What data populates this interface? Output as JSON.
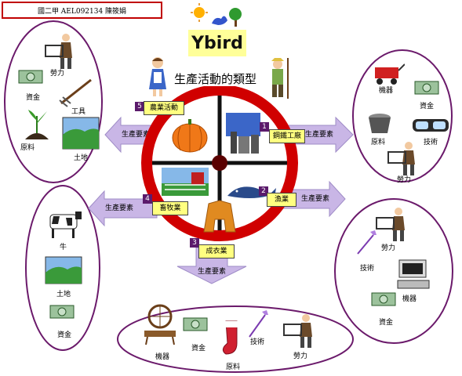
{
  "header": {
    "text": "國二甲 AEL092134 陳筱娟"
  },
  "logo": {
    "text": "Ybird"
  },
  "title": "生產活動的類型",
  "center": {
    "activities": [
      {
        "num": "5",
        "label": "農業活動"
      },
      {
        "num": "1",
        "label": "鋼鐵工廠"
      },
      {
        "num": "4",
        "label": "畜牧業"
      },
      {
        "num": "2",
        "label": "漁業"
      },
      {
        "num": "3",
        "label": "成衣業"
      }
    ]
  },
  "arrows": {
    "a5": "生產要素",
    "a1": "生產要素",
    "a4": "生產要素",
    "a2": "生產要素",
    "a3": "生產要素"
  },
  "factors": {
    "top_left": {
      "labor": "勞力",
      "capital": "資金",
      "tools": "工具",
      "raw": "原料",
      "land": "土地"
    },
    "top_right": {
      "machine": "機器",
      "capital": "資金",
      "raw": "原料",
      "tech": "技術",
      "labor": "勞力"
    },
    "mid_left": {
      "cow": "牛",
      "land": "土地",
      "capital": "資金"
    },
    "mid_right": {
      "labor": "勞力",
      "tech": "技術",
      "machine": "機器",
      "capital": "資金"
    },
    "bottom": {
      "machine": "機器",
      "capital": "資金",
      "raw": "原料",
      "tech": "技術",
      "labor": "勞力"
    }
  },
  "colors": {
    "wheel": "#d00000",
    "arrow": "#c9b6e6",
    "box": "#ffff80",
    "num": "#5b1a6b",
    "ellipse": "#6b1a6b"
  }
}
